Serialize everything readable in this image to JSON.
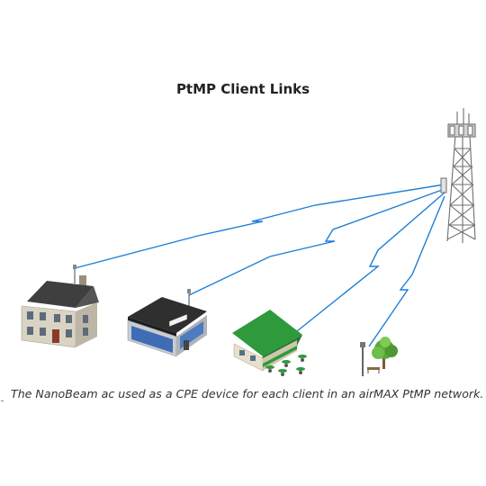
{
  "title": "PtMP Client Links",
  "caption": "The NanoBeam ac used as a CPE device for each client in an airMAX PtMP network.",
  "colors": {
    "link": "#1e7fd6",
    "tower": "#7a7a7a",
    "roof_dark": "#3d3d3d",
    "roof_green": "#2e9a3c",
    "wall_beige": "#d8d2c2",
    "wall_grey": "#bfc3c7",
    "tree": "#5aa83a"
  },
  "nodes": [
    {
      "name": "tower",
      "icon": "cell-tower-icon"
    },
    {
      "name": "house",
      "icon": "house-icon"
    },
    {
      "name": "shop",
      "icon": "shop-icon"
    },
    {
      "name": "cafe",
      "icon": "cafe-icon"
    },
    {
      "name": "park",
      "icon": "park-lamp-tree-icon"
    }
  ]
}
